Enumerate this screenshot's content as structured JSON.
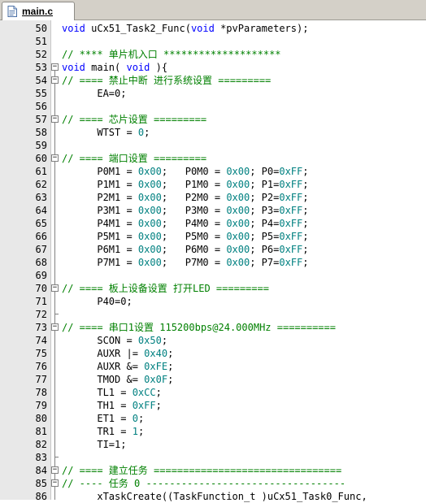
{
  "tab": {
    "label": "main.c"
  },
  "editor": {
    "lines": [
      {
        "num": "50",
        "parts": [
          {
            "t": "void",
            "c": "kw"
          },
          {
            "t": " uCx51_Task2_Func(",
            "c": ""
          },
          {
            "t": "void",
            "c": "kw"
          },
          {
            "t": " *pvParameters);",
            "c": ""
          }
        ]
      },
      {
        "num": "51",
        "parts": []
      },
      {
        "num": "52",
        "parts": [
          {
            "t": "// **** 单片机入口 ********************",
            "c": "cm"
          }
        ]
      },
      {
        "num": "53",
        "parts": [
          {
            "t": "void",
            "c": "kw"
          },
          {
            "t": " main( ",
            "c": ""
          },
          {
            "t": "void",
            "c": "kw"
          },
          {
            "t": " ){",
            "c": ""
          }
        ]
      },
      {
        "num": "54",
        "parts": [
          {
            "t": "// ==== 禁止中断 进行系统设置 =========",
            "c": "cm"
          }
        ]
      },
      {
        "num": "55",
        "parts": [
          {
            "t": "      EA=0;",
            "c": ""
          }
        ]
      },
      {
        "num": "56",
        "parts": []
      },
      {
        "num": "57",
        "parts": [
          {
            "t": "// ==== 芯片设置 =========",
            "c": "cm"
          }
        ]
      },
      {
        "num": "58",
        "parts": [
          {
            "t": "      WTST = ",
            "c": ""
          },
          {
            "t": "0",
            "c": "num"
          },
          {
            "t": ";",
            "c": ""
          }
        ]
      },
      {
        "num": "59",
        "parts": []
      },
      {
        "num": "60",
        "parts": [
          {
            "t": "// ==== 端口设置 =========",
            "c": "cm"
          }
        ]
      },
      {
        "num": "61",
        "parts": [
          {
            "t": "      P0M1 = ",
            "c": ""
          },
          {
            "t": "0x00",
            "c": "num"
          },
          {
            "t": ";   P0M0 = ",
            "c": ""
          },
          {
            "t": "0x00",
            "c": "num"
          },
          {
            "t": "; P0=",
            "c": ""
          },
          {
            "t": "0xFF",
            "c": "num"
          },
          {
            "t": ";",
            "c": ""
          }
        ]
      },
      {
        "num": "62",
        "parts": [
          {
            "t": "      P1M1 = ",
            "c": ""
          },
          {
            "t": "0x00",
            "c": "num"
          },
          {
            "t": ";   P1M0 = ",
            "c": ""
          },
          {
            "t": "0x00",
            "c": "num"
          },
          {
            "t": "; P1=",
            "c": ""
          },
          {
            "t": "0xFF",
            "c": "num"
          },
          {
            "t": ";",
            "c": ""
          }
        ]
      },
      {
        "num": "63",
        "parts": [
          {
            "t": "      P2M1 = ",
            "c": ""
          },
          {
            "t": "0x00",
            "c": "num"
          },
          {
            "t": ";   P2M0 = ",
            "c": ""
          },
          {
            "t": "0x00",
            "c": "num"
          },
          {
            "t": "; P2=",
            "c": ""
          },
          {
            "t": "0xFF",
            "c": "num"
          },
          {
            "t": ";",
            "c": ""
          }
        ]
      },
      {
        "num": "64",
        "parts": [
          {
            "t": "      P3M1 = ",
            "c": ""
          },
          {
            "t": "0x00",
            "c": "num"
          },
          {
            "t": ";   P3M0 = ",
            "c": ""
          },
          {
            "t": "0x00",
            "c": "num"
          },
          {
            "t": "; P3=",
            "c": ""
          },
          {
            "t": "0xFF",
            "c": "num"
          },
          {
            "t": ";",
            "c": ""
          }
        ]
      },
      {
        "num": "65",
        "parts": [
          {
            "t": "      P4M1 = ",
            "c": ""
          },
          {
            "t": "0x00",
            "c": "num"
          },
          {
            "t": ";   P4M0 = ",
            "c": ""
          },
          {
            "t": "0x00",
            "c": "num"
          },
          {
            "t": "; P4=",
            "c": ""
          },
          {
            "t": "0xFF",
            "c": "num"
          },
          {
            "t": ";",
            "c": ""
          }
        ]
      },
      {
        "num": "66",
        "parts": [
          {
            "t": "      P5M1 = ",
            "c": ""
          },
          {
            "t": "0x00",
            "c": "num"
          },
          {
            "t": ";   P5M0 = ",
            "c": ""
          },
          {
            "t": "0x00",
            "c": "num"
          },
          {
            "t": "; P5=",
            "c": ""
          },
          {
            "t": "0xFF",
            "c": "num"
          },
          {
            "t": ";",
            "c": ""
          }
        ]
      },
      {
        "num": "67",
        "parts": [
          {
            "t": "      P6M1 = ",
            "c": ""
          },
          {
            "t": "0x00",
            "c": "num"
          },
          {
            "t": ";   P6M0 = ",
            "c": ""
          },
          {
            "t": "0x00",
            "c": "num"
          },
          {
            "t": "; P6=",
            "c": ""
          },
          {
            "t": "0xFF",
            "c": "num"
          },
          {
            "t": ";",
            "c": ""
          }
        ]
      },
      {
        "num": "68",
        "parts": [
          {
            "t": "      P7M1 = ",
            "c": ""
          },
          {
            "t": "0x00",
            "c": "num"
          },
          {
            "t": ";   P7M0 = ",
            "c": ""
          },
          {
            "t": "0x00",
            "c": "num"
          },
          {
            "t": "; P7=",
            "c": ""
          },
          {
            "t": "0xFF",
            "c": "num"
          },
          {
            "t": ";",
            "c": ""
          }
        ]
      },
      {
        "num": "69",
        "parts": []
      },
      {
        "num": "70",
        "parts": [
          {
            "t": "// ==== 板上设备设置 打开LED =========",
            "c": "cm"
          }
        ]
      },
      {
        "num": "71",
        "parts": [
          {
            "t": "      P40=0;",
            "c": ""
          }
        ]
      },
      {
        "num": "72",
        "parts": []
      },
      {
        "num": "73",
        "parts": [
          {
            "t": "// ==== 串口1设置 115200bps@24.000MHz ==========",
            "c": "cm"
          }
        ]
      },
      {
        "num": "74",
        "parts": [
          {
            "t": "      SCON = ",
            "c": ""
          },
          {
            "t": "0x50",
            "c": "num"
          },
          {
            "t": ";",
            "c": ""
          }
        ]
      },
      {
        "num": "75",
        "parts": [
          {
            "t": "      AUXR |= ",
            "c": ""
          },
          {
            "t": "0x40",
            "c": "num"
          },
          {
            "t": ";",
            "c": ""
          }
        ]
      },
      {
        "num": "76",
        "parts": [
          {
            "t": "      AUXR &= ",
            "c": ""
          },
          {
            "t": "0xFE",
            "c": "num"
          },
          {
            "t": ";",
            "c": ""
          }
        ]
      },
      {
        "num": "77",
        "parts": [
          {
            "t": "      TMOD &= ",
            "c": ""
          },
          {
            "t": "0x0F",
            "c": "num"
          },
          {
            "t": ";",
            "c": ""
          }
        ]
      },
      {
        "num": "78",
        "parts": [
          {
            "t": "      TL1 = ",
            "c": ""
          },
          {
            "t": "0xCC",
            "c": "num"
          },
          {
            "t": ";",
            "c": ""
          }
        ]
      },
      {
        "num": "79",
        "parts": [
          {
            "t": "      TH1 = ",
            "c": ""
          },
          {
            "t": "0xFF",
            "c": "num"
          },
          {
            "t": ";",
            "c": ""
          }
        ]
      },
      {
        "num": "80",
        "parts": [
          {
            "t": "      ET1 = ",
            "c": ""
          },
          {
            "t": "0",
            "c": "num"
          },
          {
            "t": ";",
            "c": ""
          }
        ]
      },
      {
        "num": "81",
        "parts": [
          {
            "t": "      TR1 = ",
            "c": ""
          },
          {
            "t": "1",
            "c": "num"
          },
          {
            "t": ";",
            "c": ""
          }
        ]
      },
      {
        "num": "82",
        "parts": [
          {
            "t": "      TI=1;",
            "c": ""
          }
        ]
      },
      {
        "num": "83",
        "parts": []
      },
      {
        "num": "84",
        "parts": [
          {
            "t": "// ==== 建立任务 ================================",
            "c": "cm"
          }
        ]
      },
      {
        "num": "85",
        "parts": [
          {
            "t": "// ---- 任务 0 ----------------------------------",
            "c": "cm"
          }
        ]
      },
      {
        "num": "86",
        "parts": [
          {
            "t": "      xTaskCreate((TaskFunction_t )uCx51_Task0_Func,",
            "c": ""
          }
        ]
      }
    ]
  },
  "colors": {
    "keyword": "#0000ff",
    "comment": "#008000",
    "number": "#008080",
    "gutter": "#e8e8e8"
  },
  "icons": {
    "tab": "c-file-icon",
    "fold_open": "fold-minus-icon"
  }
}
